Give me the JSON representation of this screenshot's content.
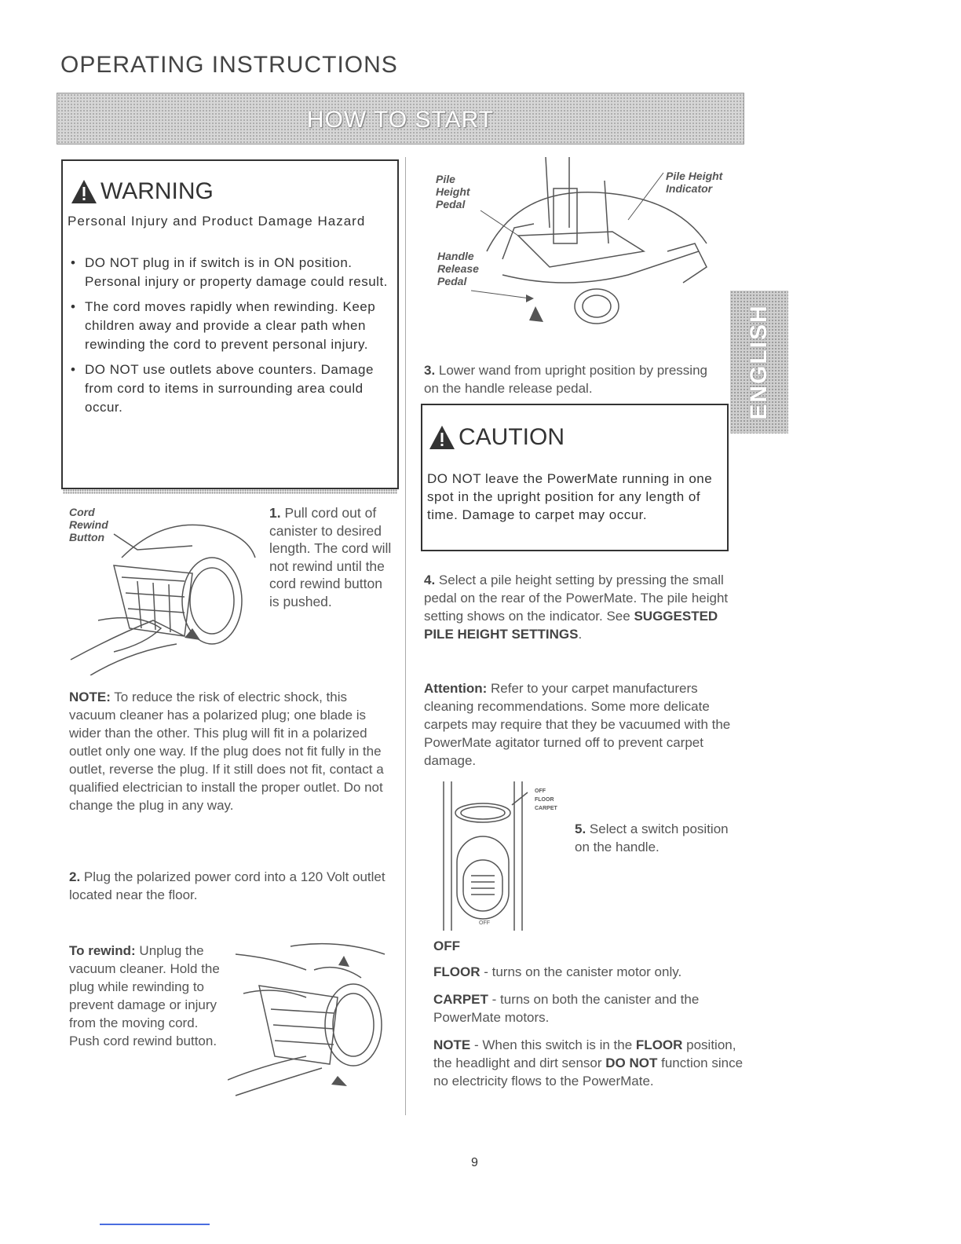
{
  "page_title": "OPERATING INSTRUCTIONS",
  "banner": "HOW TO START",
  "side_tab": "ENGLISH",
  "warning": {
    "title": "WARNING",
    "subtitle": "Personal Injury and Product Damage Hazard",
    "items": [
      "DO NOT plug in if switch is in ON position. Personal injury or property damage could result.",
      "The cord moves rapidly when rewinding. Keep children away and provide a clear path when rewinding the cord to prevent personal injury.",
      "DO NOT use outlets above counters. Damage from cord to items in surrounding area could occur."
    ]
  },
  "fig_cord": {
    "label_line1": "Cord",
    "label_line2": "Rewind",
    "label_line3": "Button"
  },
  "step1": {
    "num": "1.",
    "text": "Pull cord out of canister to desired length. The cord will not rewind until the cord rewind button is pushed."
  },
  "note1": {
    "lead": "NOTE:",
    "text": " To reduce the risk of electric shock, this vacuum cleaner has a polarized plug; one blade is wider than the other. This plug will fit in a polarized outlet only one way. If the plug does not fit fully in the outlet, reverse the plug. If it still does not fit, contact a qualified electrician to install the proper outlet. Do not change the plug in any way."
  },
  "step2": {
    "num": "2.",
    "text": " Plug the polarized power cord into a 120 Volt outlet located near the floor."
  },
  "rewind": {
    "lead": "To rewind:",
    "text": " Unplug the vacuum cleaner. Hold the plug while rewinding to prevent damage or injury from the moving cord. Push cord rewind button."
  },
  "fig_powermate": {
    "pile_height_pedal_1": "Pile",
    "pile_height_pedal_2": "Height",
    "pile_height_pedal_3": "Pedal",
    "pile_indicator_1": "Pile Height",
    "pile_indicator_2": "Indicator",
    "handle_release_1": "Handle",
    "handle_release_2": "Release",
    "handle_release_3": "Pedal"
  },
  "step3": {
    "num": "3.",
    "text": " Lower wand from upright position by pressing on the handle release pedal."
  },
  "caution": {
    "title": "CAUTION",
    "text": "DO NOT leave the PowerMate running in one spot in the upright position for any length of time. Damage to carpet may occur."
  },
  "step4": {
    "num": "4.",
    "text": " Select a pile height setting by pressing the small pedal on the rear of the PowerMate. The pile height setting shows on the indicator. See ",
    "ref": "SUGGESTED PILE HEIGHT SETTINGS",
    "end": "."
  },
  "attention": {
    "lead": "Attention:",
    "text": " Refer to your carpet manufacturers cleaning recommendations. Some more delicate carpets may require that they be vacuumed with the PowerMate agitator turned off to prevent carpet damage."
  },
  "fig_switch": {
    "off": "OFF",
    "floor": "FLOOR",
    "carpet": "CARPET",
    "bottom_off": "OFF"
  },
  "step5": {
    "num": "5.",
    "text": " Select a switch position on the handle."
  },
  "switch_positions": {
    "off": "OFF",
    "floor_lead": "FLOOR",
    "floor_text": " - turns on the canister motor only.",
    "carpet_lead": "CARPET",
    "carpet_text": " - turns on both the canister and the PowerMate motors."
  },
  "note2": {
    "lead": "NOTE",
    "t1": " - When this switch is in the ",
    "floor": "FLOOR",
    "t2": " position, the headlight and dirt sensor ",
    "donot": "DO NOT",
    "t3": " function since no electricity flows to the PowerMate."
  },
  "page_number": "9"
}
